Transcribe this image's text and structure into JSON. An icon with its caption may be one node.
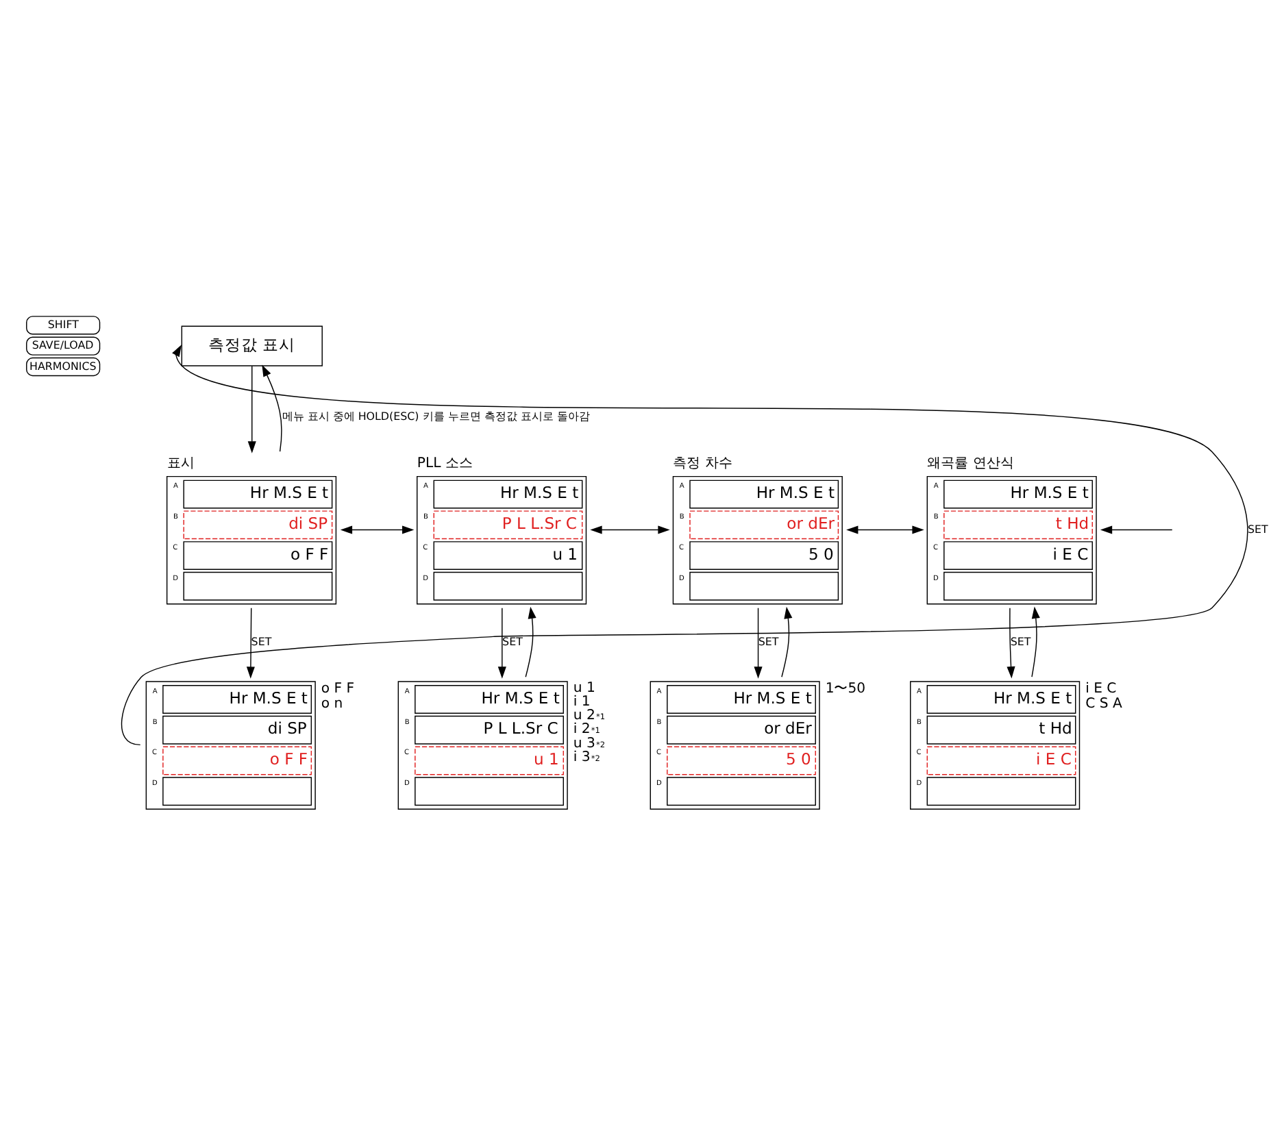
{
  "diagram": {
    "nodes": [
      {
        "text": [
          "측정값 표시"
        ]
      },
      {
        "text": [
          "표시",
          "A",
          "Hr M.S E t",
          "B",
          "di SP",
          "C",
          "o F F",
          "D"
        ]
      },
      {
        "text": [
          "PLL 소스",
          "A",
          "Hr M.S E t",
          "B",
          "P L L.Sr C",
          "C",
          "u 1",
          "D"
        ]
      },
      {
        "text": [
          "측정 차수",
          "A",
          "Hr M.S E t",
          "B",
          "or dEr",
          "C",
          "5 0",
          "D"
        ]
      },
      {
        "text": [
          "왜곡률 연산식",
          "A",
          "Hr M.S E t",
          "B",
          "t Hd",
          "C",
          "i E C",
          "D"
        ]
      },
      {
        "text": [
          "A",
          "Hr M.S E t",
          "B",
          "di SP",
          "C",
          "o F F",
          "D"
        ],
        "beside": [
          "o F F",
          "o n"
        ]
      },
      {
        "text": [
          "A",
          "Hr M.S E t",
          "B",
          "P L L.Sr C",
          "C",
          "u 1",
          "D"
        ],
        "beside": [
          "u 1",
          "i 1",
          "u 2$^{*1}$",
          "i 2$^{*1}$",
          "u 3$^{*2}$",
          "i 3$^{*2}$"
        ]
      },
      {
        "text": [
          "A",
          "Hr M.S E t",
          "B",
          "or dEr",
          "C",
          "5 0",
          "D"
        ],
        "beside": [
          "1〜50"
        ]
      },
      {
        "text": [
          "A",
          "Hr M.S E t",
          "B",
          "t Hd",
          "C",
          "i E C",
          "D"
        ],
        "beside": [
          "i E C",
          "C S A"
        ]
      }
    ],
    "edges": [
      {
        "from": 0,
        "to": 1,
        "arrow": "to"
      },
      {
        "from": 1,
        "to": 0,
        "arrow": "to",
        "label": "메뉴 표시 중에 HOLD(ESC) 키를 누르면 측정값 표시로 돌아감"
      },
      {
        "from": 1,
        "to": 2,
        "arrow": "both"
      },
      {
        "from": 2,
        "to": 3,
        "arrow": "both"
      },
      {
        "from": 3,
        "to": 4,
        "arrow": "both"
      },
      {
        "from": null,
        "to": 4,
        "arrow": "to"
      },
      {
        "from": 1,
        "to": 5,
        "arrow": "to",
        "label": "SET"
      },
      {
        "from": 2,
        "to": 6,
        "arrow": "to",
        "label": "SET"
      },
      {
        "from": 6,
        "to": 2,
        "arrow": "to"
      },
      {
        "from": 3,
        "to": 7,
        "arrow": "to",
        "label": "SET"
      },
      {
        "from": 7,
        "to": 3,
        "arrow": "to"
      },
      {
        "from": 4,
        "to": 8,
        "arrow": "to",
        "label": "SET"
      },
      {
        "from": 8,
        "to": 4,
        "arrow": "to"
      },
      {
        "from": 5,
        "to": 0,
        "arrow": "to",
        "label": "SET"
      }
    ],
    "labels": [
      "SHIFT",
      "SAVE/LOAD",
      "HARMONICS"
    ]
  }
}
